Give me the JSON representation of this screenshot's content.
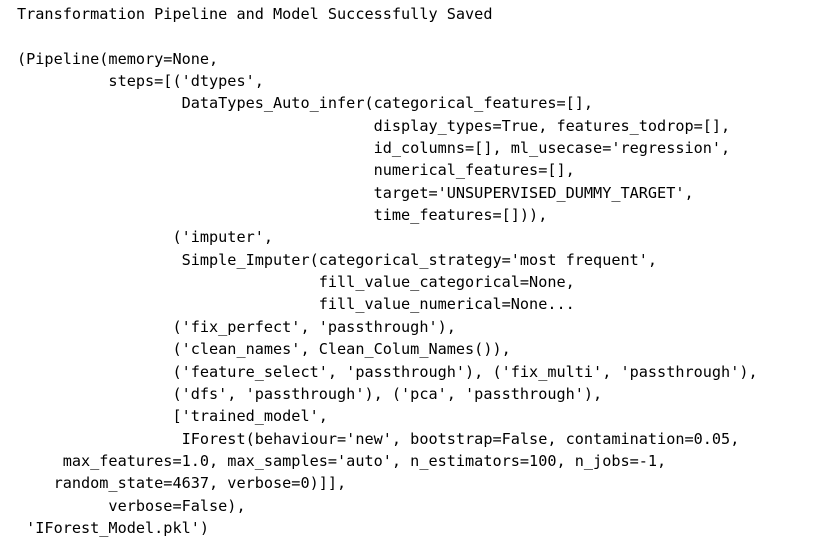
{
  "console": {
    "title": "Transformation Pipeline and Model Successfully Saved",
    "background_color": "#ffffff",
    "text_color": "#000000",
    "lines": [
      "Transformation Pipeline and Model Successfully Saved",
      "",
      "(Pipeline(memory=None,",
      "          steps=[('dtypes',",
      "                  DataTypes_Auto_infer(categorical_features=[],",
      "                                       display_types=True, features_todrop=[],",
      "                                       id_columns=[], ml_usecase='regression',",
      "                                       numerical_features=[],",
      "                                       target='UNSUPERVISED_DUMMY_TARGET',",
      "                                       time_features=[])),",
      "                 ('imputer',",
      "                  Simple_Imputer(categorical_strategy='most frequent',",
      "                                 fill_value_categorical=None,",
      "                                 fill_value_numerical=None...",
      "                 ('fix_perfect', 'passthrough'),",
      "                 ('clean_names', Clean_Colum_Names()),",
      "                 ('feature_select', 'passthrough'), ('fix_multi', 'passthrough'),",
      "                 ('dfs', 'passthrough'), ('pca', 'passthrough'),",
      "                 ['trained_model',",
      "                  IForest(behaviour='new', bootstrap=False, contamination=0.05,",
      "     max_features=1.0, max_samples='auto', n_estimators=100, n_jobs=-1,",
      "    random_state=4637, verbose=0)]],",
      "          verbose=False),",
      " 'IForest_Model.pkl')"
    ],
    "pipeline": {
      "memory": "None",
      "steps": [
        {
          "name": "dtypes",
          "estimator": "DataTypes_Auto_infer",
          "params": {
            "categorical_features": "[]",
            "display_types": "True",
            "features_todrop": "[]",
            "id_columns": "[]",
            "ml_usecase": "'regression'",
            "numerical_features": "[]",
            "target": "'UNSUPERVISED_DUMMY_TARGET'",
            "time_features": "[]"
          }
        },
        {
          "name": "imputer",
          "estimator": "Simple_Imputer",
          "params": {
            "categorical_strategy": "'most frequent'",
            "fill_value_categorical": "None",
            "fill_value_numerical": "None..."
          }
        },
        {
          "name": "fix_perfect",
          "estimator": "'passthrough'"
        },
        {
          "name": "clean_names",
          "estimator": "Clean_Colum_Names()"
        },
        {
          "name": "feature_select",
          "estimator": "'passthrough'"
        },
        {
          "name": "fix_multi",
          "estimator": "'passthrough'"
        },
        {
          "name": "dfs",
          "estimator": "'passthrough'"
        },
        {
          "name": "pca",
          "estimator": "'passthrough'"
        },
        {
          "name": "trained_model",
          "estimator": "IForest",
          "params": {
            "behaviour": "'new'",
            "bootstrap": "False",
            "contamination": "0.05",
            "max_features": "1.0",
            "max_samples": "'auto'",
            "n_estimators": "100",
            "n_jobs": "-1",
            "random_state": "4637",
            "verbose": "0"
          }
        }
      ],
      "verbose": "False"
    },
    "saved_model_file": "'IForest_Model.pkl'"
  }
}
